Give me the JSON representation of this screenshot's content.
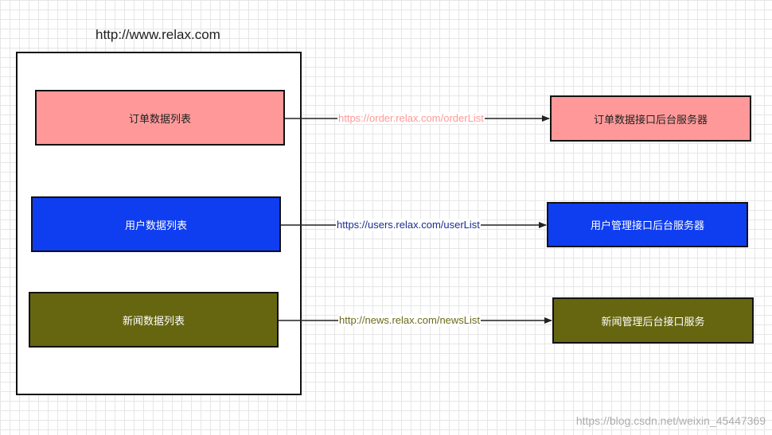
{
  "page_title": "http://www.relax.com",
  "colors": {
    "order_fill": "#ff9999",
    "order_label_text": "#ff9999",
    "users_fill": "#0f3ef0",
    "users_label_text": "#1b2f8f",
    "news_fill": "#666611",
    "news_label_text": "#6b6b1a",
    "arrow": "#222222"
  },
  "left_lists": {
    "order": "订单数据列表",
    "users": "用户数据列表",
    "news": "新闻数据列表"
  },
  "right_services": {
    "order": "订单数据接口后台服务器",
    "users": "用户管理接口后台服务器",
    "news": "新闻管理后台接口服务"
  },
  "edges": {
    "order": "https://order.relax.com/orderList",
    "users": "https://users.relax.com/userList",
    "news": "http://news.relax.com/newsList"
  },
  "watermark": "https://blog.csdn.net/weixin_45447369"
}
